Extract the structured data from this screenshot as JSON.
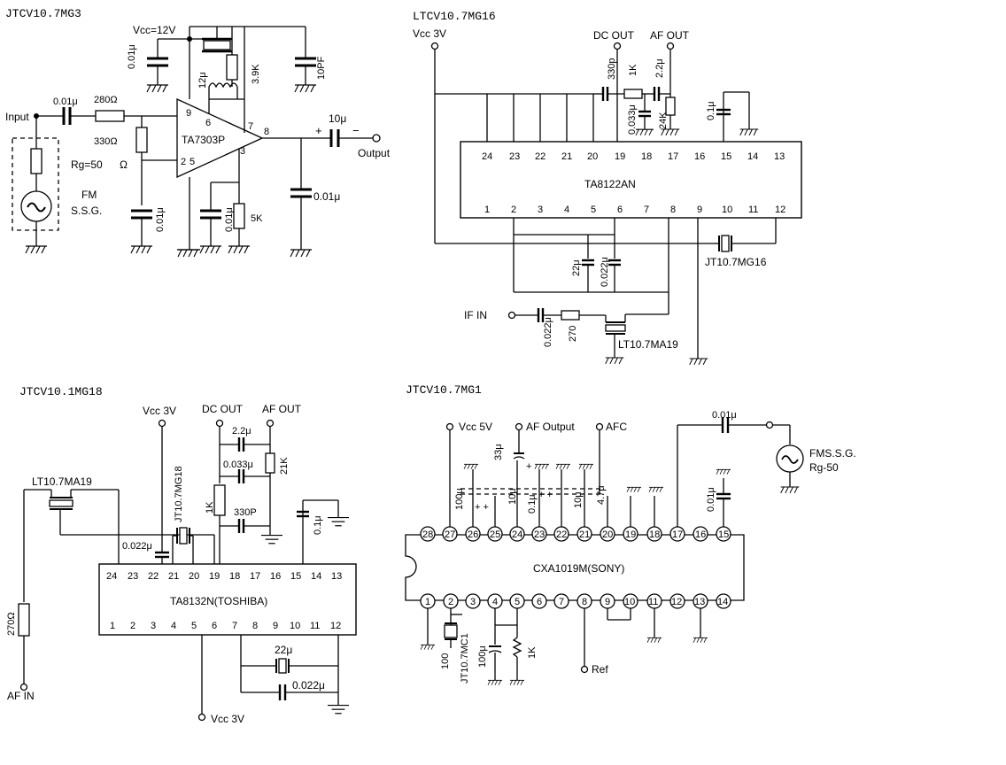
{
  "circuits": {
    "mg3": {
      "title": "JTCV10.7MG3",
      "vcc": "Vcc=12V",
      "input": "Input",
      "output": "Output",
      "ic": "TA7303P",
      "gen_rg": "Rg=50",
      "gen_name1": "FM",
      "gen_name2": "S.S.G.",
      "c_in": "0.01μ",
      "r_in": "280Ω",
      "r_shunt": "330Ω",
      "c_vcc": "0.01μ",
      "c_12u": "12μ",
      "r_39k": "3.9K",
      "c_10pf": "10PF",
      "c_out": "10μ",
      "c_pin5": "0.01μ",
      "c_pin3": "0.01μ",
      "r_5k": "5K",
      "c_out_shunt": "0.01μ",
      "pins": {
        "p9": "9",
        "p6": "6",
        "p7": "7",
        "p2": "2",
        "p5": "5",
        "p3": "3",
        "p8": "8"
      },
      "plus": "+",
      "minus": "−"
    },
    "mg16": {
      "title": "LTCV10.7MG16",
      "vcc": "Vcc 3V",
      "dc_out": "DC OUT",
      "af_out": "AF OUT",
      "ic": "TA8122AN",
      "c_330p": "330p",
      "r_1k": "1K",
      "c_22u": "2.2μ",
      "c_0033": "0.033μ",
      "r_24k": "24K",
      "c_01": "0.1μ",
      "c_22": "22μ",
      "c_0022": "0.022μ",
      "filter": "JT10.7MG16",
      "if_in": "IF IN",
      "c_in": "0.022μ",
      "r_270": "270",
      "trans": "LT10.7MA19",
      "top_pins": [
        "24",
        "23",
        "22",
        "21",
        "20",
        "19",
        "18",
        "17",
        "16",
        "15",
        "14",
        "13"
      ],
      "bottom_pins": [
        "1",
        "2",
        "3",
        "4",
        "5",
        "6",
        "7",
        "8",
        "9",
        "10",
        "11",
        "12"
      ]
    },
    "mg18": {
      "title": "JTCV10.1MG18",
      "vcc": "Vcc 3V",
      "dc_out": "DC OUT",
      "af_out": "AF OUT",
      "ic": "TA8132N(TOSHIBA)",
      "trans": "LT10.7MA19",
      "filter": "JT10.7MG18",
      "c_0022": "0.022μ",
      "c_22u": "2.2μ",
      "c_0033": "0.033μ",
      "r_21k": "21K",
      "r_1k": "1K",
      "c_330p": "330P",
      "c_01": "0.1μ",
      "r_270": "270Ω",
      "af_in": "AF IN",
      "c_22": "22μ",
      "c_0022b": "0.022μ",
      "vcc_bottom": "Vcc 3V",
      "top_pins": [
        "24",
        "23",
        "22",
        "21",
        "20",
        "19",
        "18",
        "17",
        "16",
        "15",
        "14",
        "13"
      ],
      "bottom_pins": [
        "1",
        "2",
        "3",
        "4",
        "5",
        "6",
        "7",
        "8",
        "9",
        "10",
        "11",
        "12"
      ]
    },
    "mg1": {
      "title": "JTCV10.7MG1",
      "vcc": "Vcc 5V",
      "af_output": "AF Output",
      "afc": "AFC",
      "c_001": "0.01μ",
      "gen1": "FMS.S.G.",
      "gen2": "Rg-50",
      "ic": "CXA1019M(SONY)",
      "c_33": "33μ",
      "c_100a": "100μ",
      "c_10a": "10μ",
      "c_01": "0.1μ",
      "c_10b": "10μ",
      "c_47": "4.7μ",
      "c_001b": "0.01μ",
      "c_100": "100",
      "filter": "JT10.7MC1",
      "c_100b": "100μ",
      "r_1k": "1K",
      "ref": "Ref",
      "top_pins": [
        "28",
        "27",
        "26",
        "25",
        "24",
        "23",
        "22",
        "21",
        "20",
        "19",
        "18",
        "17",
        "16",
        "15"
      ],
      "bottom_pins": [
        "1",
        "2",
        "3",
        "4",
        "5",
        "6",
        "7",
        "8",
        "9",
        "10",
        "11",
        "12",
        "13",
        "14"
      ]
    }
  }
}
